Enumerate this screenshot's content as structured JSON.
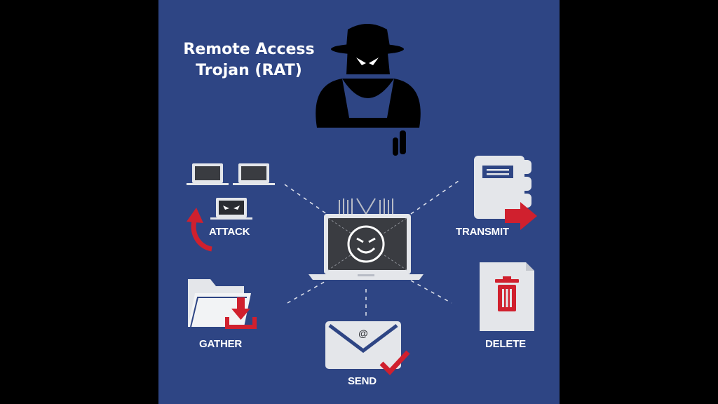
{
  "title": {
    "line1": "Remote Access",
    "line2": "Trojan (RAT)"
  },
  "actions": {
    "attack": "ATTACK",
    "transmit": "TRANSMIT",
    "gather": "GATHER",
    "delete": "DELETE",
    "send": "SEND"
  },
  "icons": {
    "hacker": "hacker-figure-icon",
    "laptop": "infected-laptop-icon",
    "attack": "laptops-attack-icon",
    "transmit": "document-arrow-icon",
    "gather": "folder-download-icon",
    "delete": "trash-file-icon",
    "send": "email-check-icon"
  },
  "colors": {
    "background": "#2e4584",
    "frame": "#000000",
    "accent_red": "#d0202e",
    "icon_light": "#e4e6ea",
    "label": "#ffffff"
  }
}
